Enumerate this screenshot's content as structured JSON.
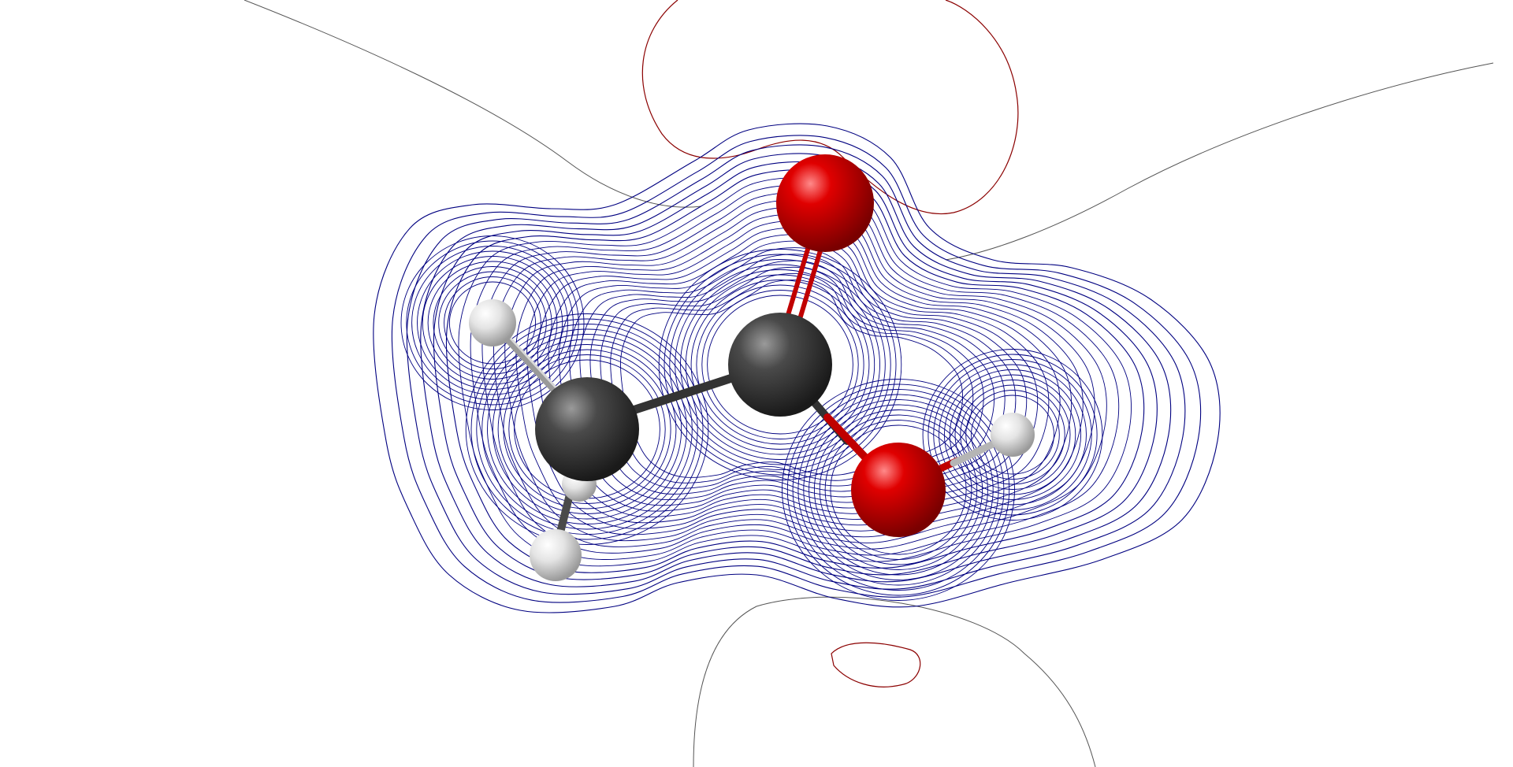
{
  "diagram": {
    "kind": "molecular-electrostatic-potential-contour-map",
    "molecule": {
      "atoms": [
        {
          "id": "C1",
          "element": "C"
        },
        {
          "id": "C2",
          "element": "C"
        },
        {
          "id": "O1",
          "element": "O"
        },
        {
          "id": "O2",
          "element": "O"
        },
        {
          "id": "H1",
          "element": "H"
        },
        {
          "id": "H2",
          "element": "H"
        },
        {
          "id": "H3",
          "element": "H"
        },
        {
          "id": "H4",
          "element": "H"
        }
      ],
      "bonds": [
        {
          "from": "C1",
          "to": "C2",
          "order": 1
        },
        {
          "from": "C2",
          "to": "O1",
          "order": 2
        },
        {
          "from": "C2",
          "to": "O2",
          "order": 1
        },
        {
          "from": "O2",
          "to": "H4",
          "order": 1
        },
        {
          "from": "C1",
          "to": "H1",
          "order": 1
        },
        {
          "from": "C1",
          "to": "H2",
          "order": 1
        },
        {
          "from": "C1",
          "to": "H3",
          "order": 1
        }
      ]
    },
    "colors": {
      "background": "#ffffff",
      "positive_contour": "#000080",
      "negative_contour": "#8b0000",
      "zero_contour": "#555555",
      "carbon": "#3a3a3a",
      "oxygen": "#d00000",
      "hydrogen": "#e6e6e6"
    },
    "contour_levels": {
      "positive_count": 22,
      "negative_count": 2
    }
  }
}
